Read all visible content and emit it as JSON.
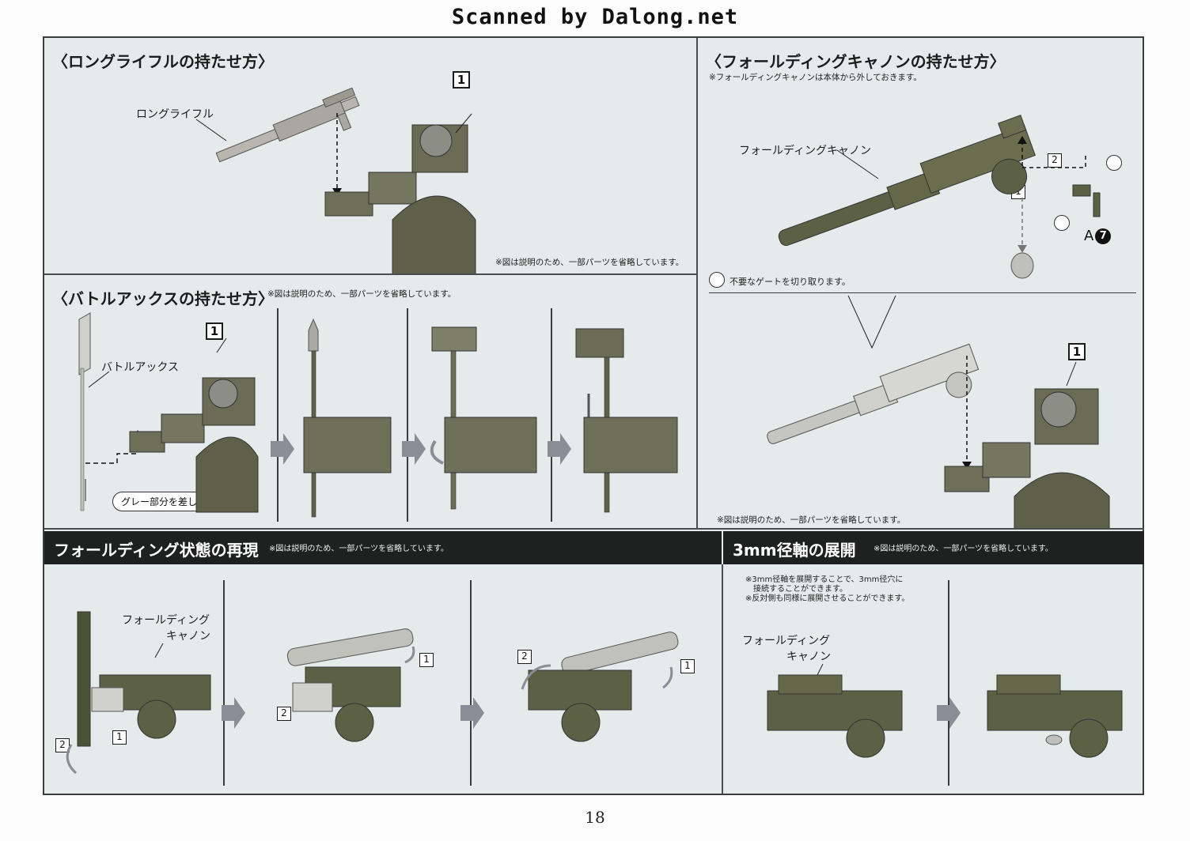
{
  "banner": "Scanned by Dalong.net",
  "page_number": "18",
  "long_rifle": {
    "title": "〈ロングライフルの持たせ方〉",
    "part_label": "ロングライフル",
    "step": "1",
    "note": "※図は説明のため、一部パーツを省略しています。"
  },
  "battle_axe": {
    "title": "〈バトルアックスの持たせ方〉",
    "title_note": "※図は説明のため、一部パーツを省略しています。",
    "part_label": "バトルアックス",
    "step": "1",
    "callout": "グレー部分を差し込みます。"
  },
  "folding_cannon_hold": {
    "title": "〈フォールディングキャノンの持たせ方〉",
    "subnote": "※フォールディングキャノンは本体から外しておきます。",
    "part_label": "フォールディングキャノン",
    "step_1": "1",
    "step_2": "2",
    "part_id": "A",
    "part_number": "7",
    "gate_note": "不要なゲートを切り取ります。",
    "step_hand": "1",
    "note": "※図は説明のため、一部パーツを省略しています。"
  },
  "folding_state": {
    "title": "フォールディング状態の再現",
    "title_note": "※図は説明のため、一部パーツを省略しています。",
    "part_label_line1": "フォールディング",
    "part_label_line2": "キャノン",
    "steps": [
      "1",
      "2",
      "1",
      "2",
      "2",
      "1"
    ]
  },
  "shaft_3mm": {
    "title": "3mm径軸の展開",
    "title_note": "※図は説明のため、一部パーツを省略しています。",
    "note_line1": "※3mm径軸を展開することで、3mm径穴に",
    "note_line2": "　接続することができます。",
    "note_line3": "※反対側も同様に展開させることができます。",
    "part_label_line1": "フォールディング",
    "part_label_line2": "キャノン"
  }
}
